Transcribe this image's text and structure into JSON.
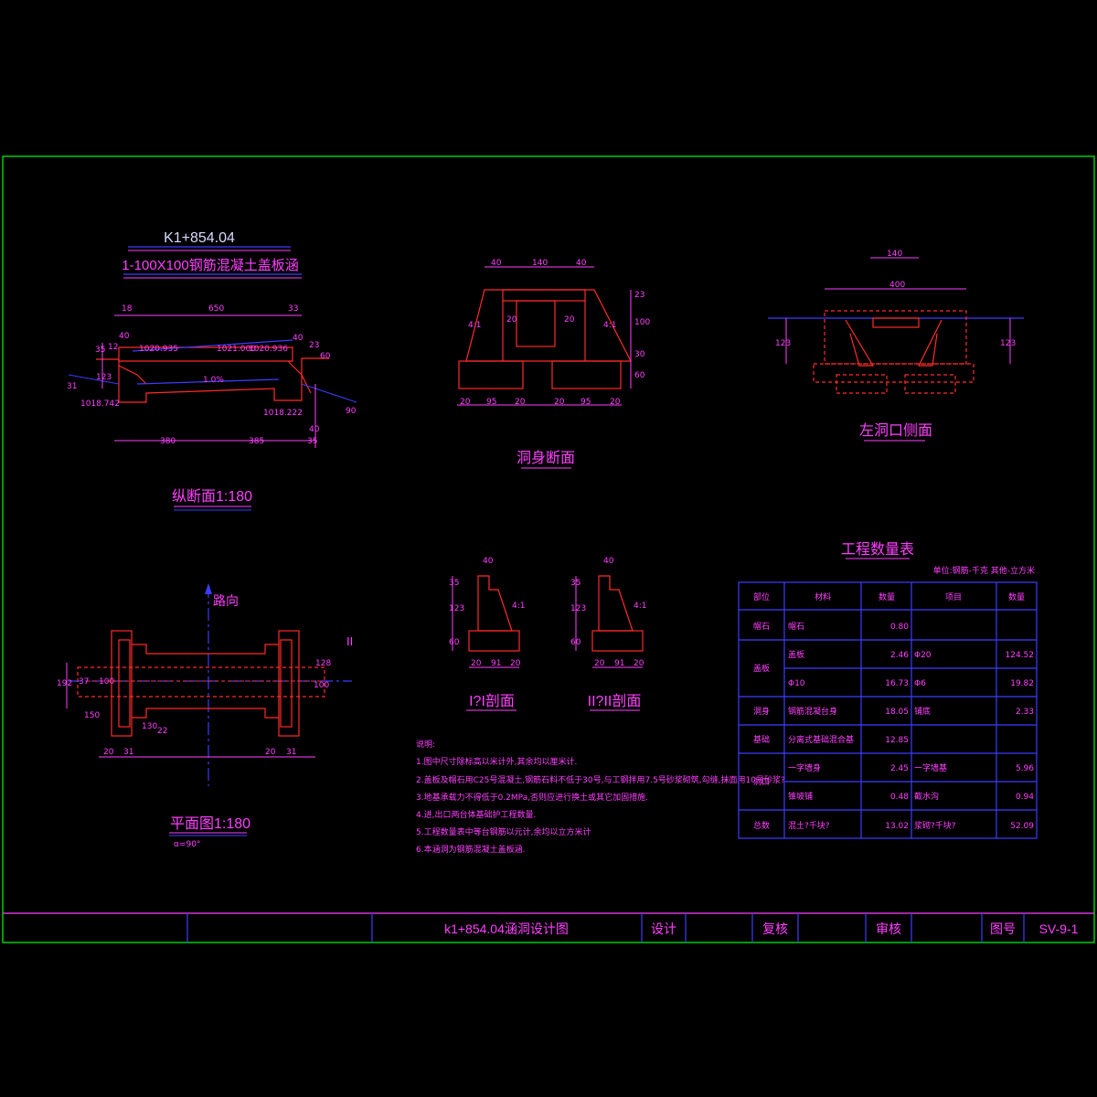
{
  "header": {
    "station": "K1+854.04",
    "culvert_type": "1-100X100钢筋混凝土盖板涵"
  },
  "views": {
    "longitudinal": {
      "title": "纵断面1:180",
      "elev_inlet_top": "1020.935",
      "elev_mid": "1021.000",
      "elev_outlet_top": "1020.936",
      "elev_inlet_bottom": "1018.742",
      "elev_outlet_bottom": "1018.222",
      "slope": "1.0%",
      "dims": {
        "d18": "18",
        "d650": "650",
        "d33": "33",
        "d40a": "40",
        "d12": "12",
        "d35": "35",
        "d23": "23",
        "d60": "60",
        "d40b": "40",
        "d380": "380",
        "d385": "385",
        "d35b": "35",
        "d40c": "40",
        "d90": "90",
        "d123": "123",
        "d31": "31"
      }
    },
    "body_section": {
      "title": "洞身断面",
      "dims": {
        "top40a": "40",
        "top140": "140",
        "top40b": "40",
        "r23": "23",
        "r100": "100",
        "r30": "30",
        "r60": "60",
        "w20a": "20",
        "w20b": "20",
        "b20a": "20",
        "b95a": "95",
        "b20b": "20",
        "b20c": "20",
        "b95b": "95",
        "b20d": "20",
        "slope_l": "4:1",
        "slope_r": "4:1"
      }
    },
    "left_portal": {
      "title": "左洞口侧面",
      "d140": "140",
      "d400": "400",
      "d123a": "123",
      "d123b": "123"
    },
    "plan": {
      "title": "平面图1:180",
      "road_direction": "路向",
      "angle_note": "α=90°",
      "section_mark": "II",
      "dims": {
        "d37": "37",
        "d100": "100",
        "d192": "192",
        "d150": "150",
        "d20a": "20",
        "d31a": "31",
        "d130": "130",
        "d22": "22",
        "d128": "128",
        "d20b": "20",
        "d31b": "31",
        "d100b": "100"
      }
    },
    "section_1": {
      "title": "I?I剖面",
      "d40": "40",
      "d35": "35",
      "d123": "123",
      "d60": "60",
      "d20": "20",
      "d91": "91",
      "d20b": "20",
      "slope": "4:1"
    },
    "section_2": {
      "title": "II?II剖面",
      "d40": "40",
      "d35": "35",
      "d123": "123",
      "d60": "60",
      "d20": "20",
      "d91": "91",
      "d20b": "20",
      "slope": "4:1"
    }
  },
  "quantity_table": {
    "title": "工程数量表",
    "unit_note": "单位:钢筋-千克  其他-立方米",
    "headers": [
      "部位",
      "材料",
      "数量",
      "项目",
      "数量"
    ],
    "rows": [
      {
        "part": "帽石",
        "material": "帽石",
        "qty": "0.80",
        "item": "",
        "qty2": ""
      },
      {
        "part": "盖板",
        "material": "盖板",
        "qty": "2.46",
        "item": "Φ20",
        "qty2": "124.52"
      },
      {
        "part": "",
        "material": "Φ10",
        "qty": "16.73",
        "item": "Φ6",
        "qty2": "19.82"
      },
      {
        "part": "洞身",
        "material": "钢筋混凝台身",
        "qty": "18.05",
        "item": "铺底",
        "qty2": "2.33"
      },
      {
        "part": "基础",
        "material": "分离式基础混合基",
        "qty": "12.85",
        "item": "",
        "qty2": ""
      },
      {
        "part": "洞口",
        "material": "一字墙身",
        "qty": "2.45",
        "item": "一字墙基",
        "qty2": "5.96"
      },
      {
        "part": "",
        "material": "锥坡铺",
        "qty": "0.48",
        "item": "截水沟",
        "qty2": "0.94"
      },
      {
        "part": "总数",
        "material": "混土?千块?",
        "qty": "13.02",
        "item": "浆砌?千块?",
        "qty2": "52.09"
      }
    ]
  },
  "notes": {
    "heading": "说明:",
    "lines": [
      "1.图中尺寸除标高以米计外,其余均以厘米计.",
      "2.盖板及帽石用C25号混凝土,钢筋石料不低于30号,与工钢拌用7.5号砂浆砌筑,勾缝,抹面用10号砂浆?",
      "3.地基承载力不得低于0.2MPa,否则应进行换土或其它加固措施.",
      "4.进,出口两台体基础护工程数量.",
      "5.工程数量表中等台钢筋以元计,余均以立方米计",
      "6.本涵洞为钢筋混凝土盖板涵."
    ]
  },
  "title_block": {
    "drawing_name": "k1+854.04涵洞设计图",
    "design_label": "设计",
    "review_label": "复核",
    "approve_label": "审核",
    "drawing_no_label": "图号",
    "drawing_no": "SV-9-1"
  },
  "colors": {
    "frame": "#00ff00",
    "text": "#ff3fff",
    "struct": "#ff2a2a",
    "table": "#3c3cff",
    "axis": "#3c3cff"
  }
}
